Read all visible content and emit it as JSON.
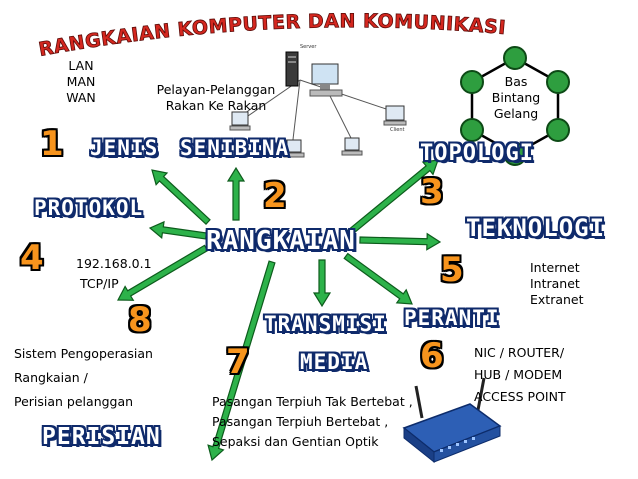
{
  "title": "RANGKAIAN KOMPUTER DAN KOMUNIKASI",
  "center_label": "RANGKAIAN",
  "colors": {
    "arrow": "#2db24a",
    "arrow_outline": "#0d5c1c",
    "number": "#f7941d",
    "heading_text": "#ffffff",
    "heading_outline": "#0f2a6b",
    "title_red": "#d4271f",
    "hex_node": "#2e9e3f"
  },
  "numbers": [
    "1",
    "2",
    "3",
    "4",
    "5",
    "6",
    "7",
    "8"
  ],
  "headings": {
    "jenis": "JENIS",
    "senibina": "SENIBINA",
    "topologi": "TOPOLOGI",
    "protokol": "PROTOKOL",
    "teknologi": "TEKNOLOGI",
    "peranti": "PERANTI",
    "transmisi": "TRANSMISI",
    "media": "MEDIA",
    "perisian": "PERISIAN"
  },
  "jenis_list": [
    "LAN",
    "MAN",
    "WAN"
  ],
  "senibina_list": [
    "Pelayan-Pelanggan",
    "Rakan Ke Rakan"
  ],
  "topologi_list": [
    "Bas",
    "Bintang",
    "Gelang"
  ],
  "protokol_list": [
    "192.168.0.1",
    "TCP/IP"
  ],
  "teknologi_list": [
    "Internet",
    "Intranet",
    "Extranet"
  ],
  "peranti_list": [
    "NIC / ROUTER/",
    "HUB / MODEM",
    "ACCESS POINT"
  ],
  "media_list": [
    "Pasangan Terpiuh Tak Bertebat ,",
    "Pasangan Terpiuh Bertebat ,",
    "Sepaksi dan Gentian Optik"
  ],
  "perisian_list": [
    "Sistem Pengoperasian",
    "Rangkaian /",
    "Perisian pelanggan"
  ],
  "network_labels": {
    "server": "Server",
    "client": "Client"
  },
  "icons": [
    "network-diagram-icon",
    "router-icon",
    "hexagon-topology-icon"
  ]
}
